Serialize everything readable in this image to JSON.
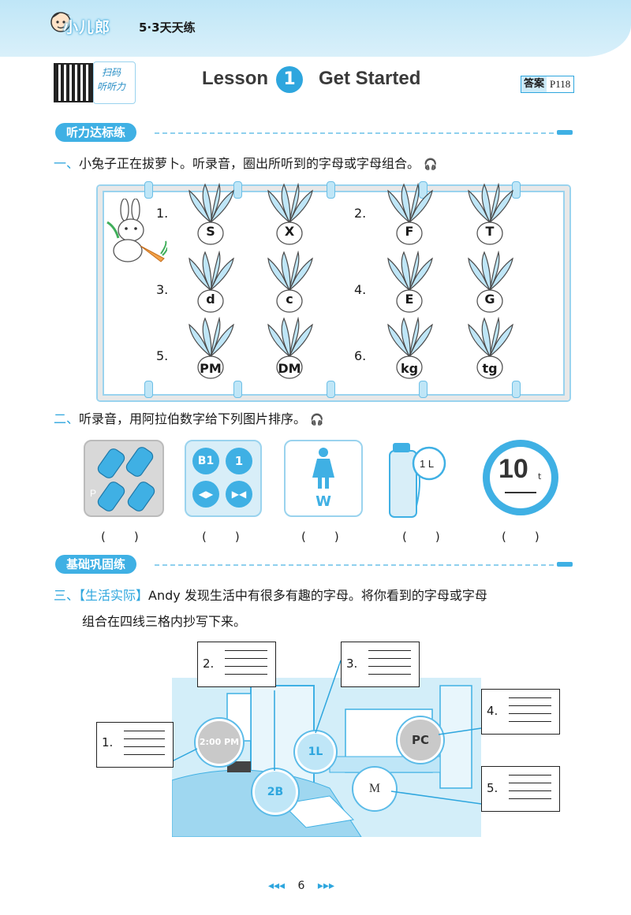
{
  "header": {
    "brand": "小儿郎",
    "series": "5·3天天练",
    "qr_label_1": "扫码",
    "qr_label_2": "听听力",
    "lesson_word": "Lesson",
    "lesson_number": "1",
    "lesson_title": "Get Started",
    "answer_label": "答案",
    "answer_page": "P118"
  },
  "section1": {
    "label": "听力达标练"
  },
  "q1": {
    "number": "一、",
    "text": "小兔子正在拔萝卜。听录音，圈出所听到的字母或字母组合。",
    "groups": [
      {
        "num": "1.",
        "items": [
          "S",
          "X"
        ]
      },
      {
        "num": "2.",
        "items": [
          "F",
          "T"
        ]
      },
      {
        "num": "3.",
        "items": [
          "d",
          "c"
        ]
      },
      {
        "num": "4.",
        "items": [
          "E",
          "G"
        ]
      },
      {
        "num": "5.",
        "items": [
          "PM",
          "DM"
        ]
      },
      {
        "num": "6.",
        "items": [
          "kg",
          "tg"
        ]
      }
    ]
  },
  "q2": {
    "number": "二、",
    "text": "听录音，用阿拉伯数字给下列图片排序。",
    "pics": {
      "p_sign": "P",
      "b1": "B1",
      "one": "1",
      "w": "W",
      "liter": "1 L",
      "ten": "10",
      "t": "t"
    },
    "paren": "(　　)"
  },
  "section2": {
    "label": "基础巩固练"
  },
  "q3": {
    "number": "三、",
    "tag": "【生活实际】",
    "text1": "Andy 发现生活中有很多有趣的字母。将你看到的字母或字母",
    "text2": "组合在四线三格内抄写下来。",
    "boxes": [
      "1.",
      "2.",
      "3.",
      "4.",
      "5."
    ],
    "scene": {
      "clock": "2:00 PM",
      "pencil": "2B",
      "bottle": "1L",
      "pc": "PC",
      "m": "M"
    }
  },
  "footer": {
    "page": "6",
    "left_arrows": "◂◂◂",
    "right_arrows": "▸▸▸"
  },
  "colors": {
    "accent": "#2ea6de",
    "light": "#bfe6f7"
  }
}
